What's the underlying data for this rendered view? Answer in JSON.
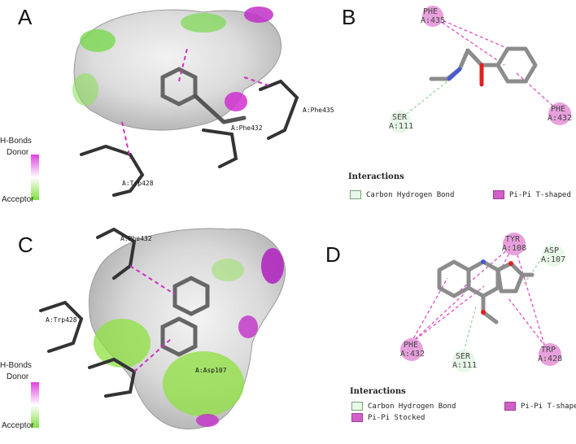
{
  "panels": {
    "A": {
      "label": "A",
      "hbonds": {
        "title": "H-Bonds",
        "donor": "Donor",
        "acceptor": "Acceptor"
      },
      "residue_labels": [
        "A:Phe435",
        "A:Phe432",
        "A:Trp428"
      ]
    },
    "B": {
      "label": "B",
      "residues": [
        {
          "name": "PHE",
          "id": "A:435",
          "type": "pi"
        },
        {
          "name": "SER",
          "id": "A:111",
          "type": "ch"
        },
        {
          "name": "PHE",
          "id": "A:432",
          "type": "pi"
        }
      ],
      "legend": {
        "title": "Interactions",
        "items": [
          {
            "label": "Carbon Hydrogen Bond",
            "color": "#e8f8e8",
            "border": "#7aa07a"
          },
          {
            "label": "Pi-Pi T-shaped",
            "color": "#d060c8",
            "border": "#a04098"
          }
        ]
      }
    },
    "C": {
      "label": "C",
      "hbonds": {
        "title": "H-Bonds",
        "donor": "Donor",
        "acceptor": "Acceptor"
      },
      "residue_labels": [
        "A:Phe432",
        "A:Trp428",
        "A:Asp107"
      ]
    },
    "D": {
      "label": "D",
      "residues": [
        {
          "name": "TYR",
          "id": "A:108",
          "type": "pi"
        },
        {
          "name": "ASP",
          "id": "A:107",
          "type": "ch"
        },
        {
          "name": "PHE",
          "id": "A:432",
          "type": "pi"
        },
        {
          "name": "SER",
          "id": "A:111",
          "type": "ch"
        },
        {
          "name": "TRP",
          "id": "A:428",
          "type": "pi"
        }
      ],
      "legend": {
        "title": "Interactions",
        "items": [
          {
            "label": "Carbon Hydrogen Bond",
            "color": "#e8f8e8",
            "border": "#7aa07a"
          },
          {
            "label": "Pi-Pi Stocked",
            "color": "#d060c8",
            "border": "#a04098"
          },
          {
            "label": "Pi-Pi T-shaped",
            "color": "#d060c8",
            "border": "#a04098"
          }
        ]
      }
    }
  },
  "colors": {
    "pi_residue": "#e8a0dc",
    "ch_residue": "#e8f8e8",
    "pi_line": "#e040c0",
    "ch_line": "#90d090",
    "molecule": "#8c8c8c"
  }
}
